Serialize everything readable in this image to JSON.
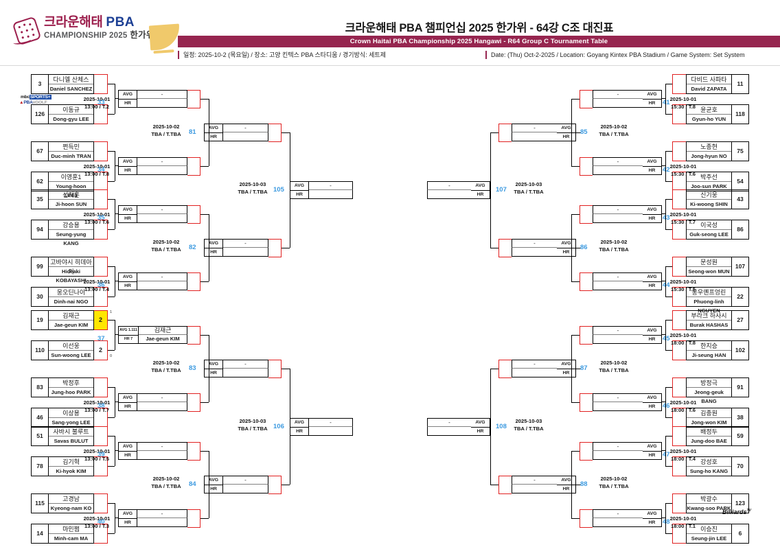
{
  "header": {
    "logo": {
      "line1_ko": "크라운해태",
      "line1_pba": "PBA",
      "line2": "CHAMPIONSHIP 2025",
      "line2_ko": "한가위"
    },
    "title_ko": "크라운해태 PBA 챔피언십 2025 한가위 - 64강 C조 대진표",
    "title_en": "Crown Haitai PBA Championship 2025 Hangawi - R64 Group C Tournament Table",
    "info_ko": "일정: 2025-10-2 (목요일) / 장소: 고양 킨텍스 PBA 스타디움 / 경기방식: 세트제",
    "info_en": "Date: (Thu) Oct-2-2025 / Location: Goyang Kintex PBA Stadium / Game System: Set System",
    "accent_color": "#96254f"
  },
  "watermarks": {
    "mbc_sports": "mbc",
    "mbc_sports2": "SPORTS+",
    "pba": "PBA",
    "pba_sub": "xGOLF",
    "billiards": "Billiards",
    "billiards_tm": "TV"
  },
  "labels": {
    "avg": "AVG",
    "hr": "HR",
    "empty": "-"
  },
  "r64_left": [
    {
      "no": "33",
      "date": "2025-10-01",
      "time": "13:00 / T.2",
      "top": {
        "seed": "3",
        "ko": "다니엘 산체스",
        "en": "Daniel SANCHEZ",
        "score": ""
      },
      "bot": {
        "seed": "126",
        "ko": "이동규",
        "en": "Dong-gyu LEE",
        "score": ""
      }
    },
    {
      "no": "34",
      "date": "2025-10-01",
      "time": "13:00 / T.8",
      "top": {
        "seed": "67",
        "ko": "쩐득민",
        "en": "Duc-minh TRAN",
        "score": ""
      },
      "bot": {
        "seed": "62",
        "ko": "이영훈1",
        "en": "Young-hoon LEE1",
        "score": ""
      }
    },
    {
      "no": "35",
      "date": "2025-10-01",
      "time": "13:00 / T.6",
      "top": {
        "seed": "35",
        "ko": "선지훈",
        "en": "Ji-hoon SUN",
        "score": ""
      },
      "bot": {
        "seed": "94",
        "ko": "강승용",
        "en": "Seung-yung KANG",
        "score": ""
      }
    },
    {
      "no": "36",
      "date": "2025-10-01",
      "time": "13:00 / T.4",
      "top": {
        "seed": "99",
        "ko": "고바야시 히데아키",
        "en": "Hideaki KOBAYASHI",
        "score": ""
      },
      "bot": {
        "seed": "30",
        "ko": "웅오딘나이",
        "en": "Dinh-nai NGO",
        "score": ""
      }
    },
    {
      "no": "37",
      "date": "",
      "time": "",
      "top": {
        "seed": "19",
        "ko": "김재근",
        "en": "Jae-geun KIM",
        "score": "2",
        "winner": true,
        "sets": "1"
      },
      "bot": {
        "seed": "110",
        "ko": "이선웅",
        "en": "Sun-woong LEE",
        "score": "2",
        "sets": "0"
      }
    },
    {
      "no": "38",
      "date": "2025-10-01",
      "time": "13:00 / T.7",
      "top": {
        "seed": "83",
        "ko": "박정후",
        "en": "Jung-hoo PARK",
        "score": ""
      },
      "bot": {
        "seed": "46",
        "ko": "이상용",
        "en": "Sang-yong LEE",
        "score": ""
      }
    },
    {
      "no": "39",
      "date": "2025-10-01",
      "time": "13:00 / T.5",
      "top": {
        "seed": "51",
        "ko": "사바시 불루트",
        "en": "Savas BULUT",
        "score": ""
      },
      "bot": {
        "seed": "78",
        "ko": "김기혁",
        "en": "Ki-hyok KIM",
        "score": ""
      }
    },
    {
      "no": "40",
      "date": "2025-10-01",
      "time": "13:00 / T.3",
      "top": {
        "seed": "115",
        "ko": "고경남",
        "en": "Kyeong-nam KO",
        "score": ""
      },
      "bot": {
        "seed": "14",
        "ko": "마민쩜",
        "en": "Minh-cam MA",
        "score": ""
      }
    }
  ],
  "r64_right": [
    {
      "no": "41",
      "date": "2025-10-01",
      "time": "15:30 / T.8",
      "top": {
        "seed": "11",
        "ko": "다비드 사파타",
        "en": "David ZAPATA",
        "score": ""
      },
      "bot": {
        "seed": "118",
        "ko": "윤균호",
        "en": "Gyun-ho YUN",
        "score": ""
      }
    },
    {
      "no": "42",
      "date": "2025-10-01",
      "time": "15:30 / T.6",
      "top": {
        "seed": "75",
        "ko": "노종현",
        "en": "Jong-hyun NO",
        "score": ""
      },
      "bot": {
        "seed": "54",
        "ko": "박주선",
        "en": "Joo-sun PARK",
        "score": ""
      }
    },
    {
      "no": "43",
      "date": "2025-10-01",
      "time": "15:30 / T.7",
      "top": {
        "seed": "43",
        "ko": "신기웅",
        "en": "Ki-woong SHIN",
        "score": ""
      },
      "bot": {
        "seed": "86",
        "ko": "이국성",
        "en": "Guk-seong LEE",
        "score": ""
      }
    },
    {
      "no": "44",
      "date": "2025-10-01",
      "time": "15:30 / T.5",
      "top": {
        "seed": "107",
        "ko": "문성원",
        "en": "Seong-won MUN",
        "score": ""
      },
      "bot": {
        "seed": "22",
        "ko": "웅우옌프엉린",
        "en": "Phuong-linh NGUYEN",
        "score": ""
      }
    },
    {
      "no": "45",
      "date": "2025-10-01",
      "time": "18:00 / T.8",
      "top": {
        "seed": "27",
        "ko": "부라크 하사시",
        "en": "Burak HASHAS",
        "score": ""
      },
      "bot": {
        "seed": "102",
        "ko": "한지승",
        "en": "Ji-seung HAN",
        "score": ""
      }
    },
    {
      "no": "46",
      "date": "2025-10-01",
      "time": "18:00 / T.6",
      "top": {
        "seed": "91",
        "ko": "방정극",
        "en": "Jeong-geuk BANG",
        "score": ""
      },
      "bot": {
        "seed": "38",
        "ko": "김종원",
        "en": "Jong-won KIM",
        "score": ""
      }
    },
    {
      "no": "47",
      "date": "2025-10-01",
      "time": "18:00 / T.4",
      "top": {
        "seed": "59",
        "ko": "배정두",
        "en": "Jung-doo BAE",
        "score": ""
      },
      "bot": {
        "seed": "70",
        "ko": "강성호",
        "en": "Sung-ho KANG",
        "score": ""
      }
    },
    {
      "no": "48",
      "date": "2025-10-01",
      "time": "18:00 / T.1",
      "top": {
        "seed": "123",
        "ko": "박광수",
        "en": "Kwang-soo PARK",
        "score": ""
      },
      "bot": {
        "seed": "6",
        "ko": "이승진",
        "en": "Seung-jin LEE",
        "score": ""
      }
    }
  ],
  "r32_left": [
    {
      "avg": "",
      "hr": "",
      "name": "-",
      "score": ""
    },
    {
      "avg": "",
      "hr": "",
      "name": "-",
      "score": ""
    },
    {
      "avg": "",
      "hr": "",
      "name": "-",
      "score": ""
    },
    {
      "avg": "",
      "hr": "",
      "name": "-",
      "score": ""
    },
    {
      "avg": "AVG 1.111",
      "hr": "HR 7",
      "name_ko": "김재근",
      "name_en": "Jae-geun KIM",
      "score": "",
      "filled": true
    },
    {
      "avg": "",
      "hr": "",
      "name": "-",
      "score": ""
    },
    {
      "avg": "",
      "hr": "",
      "name": "-",
      "score": ""
    },
    {
      "avg": "",
      "hr": "",
      "name": "-",
      "score": ""
    }
  ],
  "r32_right": [
    {
      "name": "-",
      "score": ""
    },
    {
      "name": "-",
      "score": ""
    },
    {
      "name": "-",
      "score": ""
    },
    {
      "name": "-",
      "score": ""
    },
    {
      "name": "-",
      "score": ""
    },
    {
      "name": "-",
      "score": ""
    },
    {
      "name": "-",
      "score": ""
    },
    {
      "name": "-",
      "score": ""
    }
  ],
  "r16_left": [
    {
      "no": "81",
      "date": "2025-10-02",
      "time": "TBA / T.TBA",
      "name": "-"
    },
    {
      "no": "82",
      "date": "2025-10-02",
      "time": "TBA / T.TBA",
      "name": "-"
    },
    {
      "no": "83",
      "date": "2025-10-02",
      "time": "TBA / T.TBA",
      "name": "-"
    },
    {
      "no": "84",
      "date": "2025-10-02",
      "time": "TBA / T.TBA",
      "name": "-"
    }
  ],
  "r16_right": [
    {
      "no": "85",
      "date": "2025-10-02",
      "time": "TBA / T.TBA",
      "name": "-"
    },
    {
      "no": "86",
      "date": "2025-10-02",
      "time": "TBA / T.TBA",
      "name": "-"
    },
    {
      "no": "87",
      "date": "2025-10-02",
      "time": "TBA / T.TBA",
      "name": "-"
    },
    {
      "no": "88",
      "date": "2025-10-02",
      "time": "TBA / T.TBA",
      "name": "-"
    }
  ],
  "qf_left": [
    {
      "no": "105",
      "date": "2025-10-03",
      "time": "TBA / T.TBA",
      "name": "-"
    },
    {
      "no": "106",
      "date": "2025-10-03",
      "time": "TBA / T.TBA",
      "name": "-"
    }
  ],
  "qf_right": [
    {
      "no": "107",
      "date": "2025-10-03",
      "time": "TBA / T.TBA",
      "name": "-"
    },
    {
      "no": "108",
      "date": "2025-10-03",
      "time": "TBA / T.TBA",
      "name": "-"
    }
  ]
}
